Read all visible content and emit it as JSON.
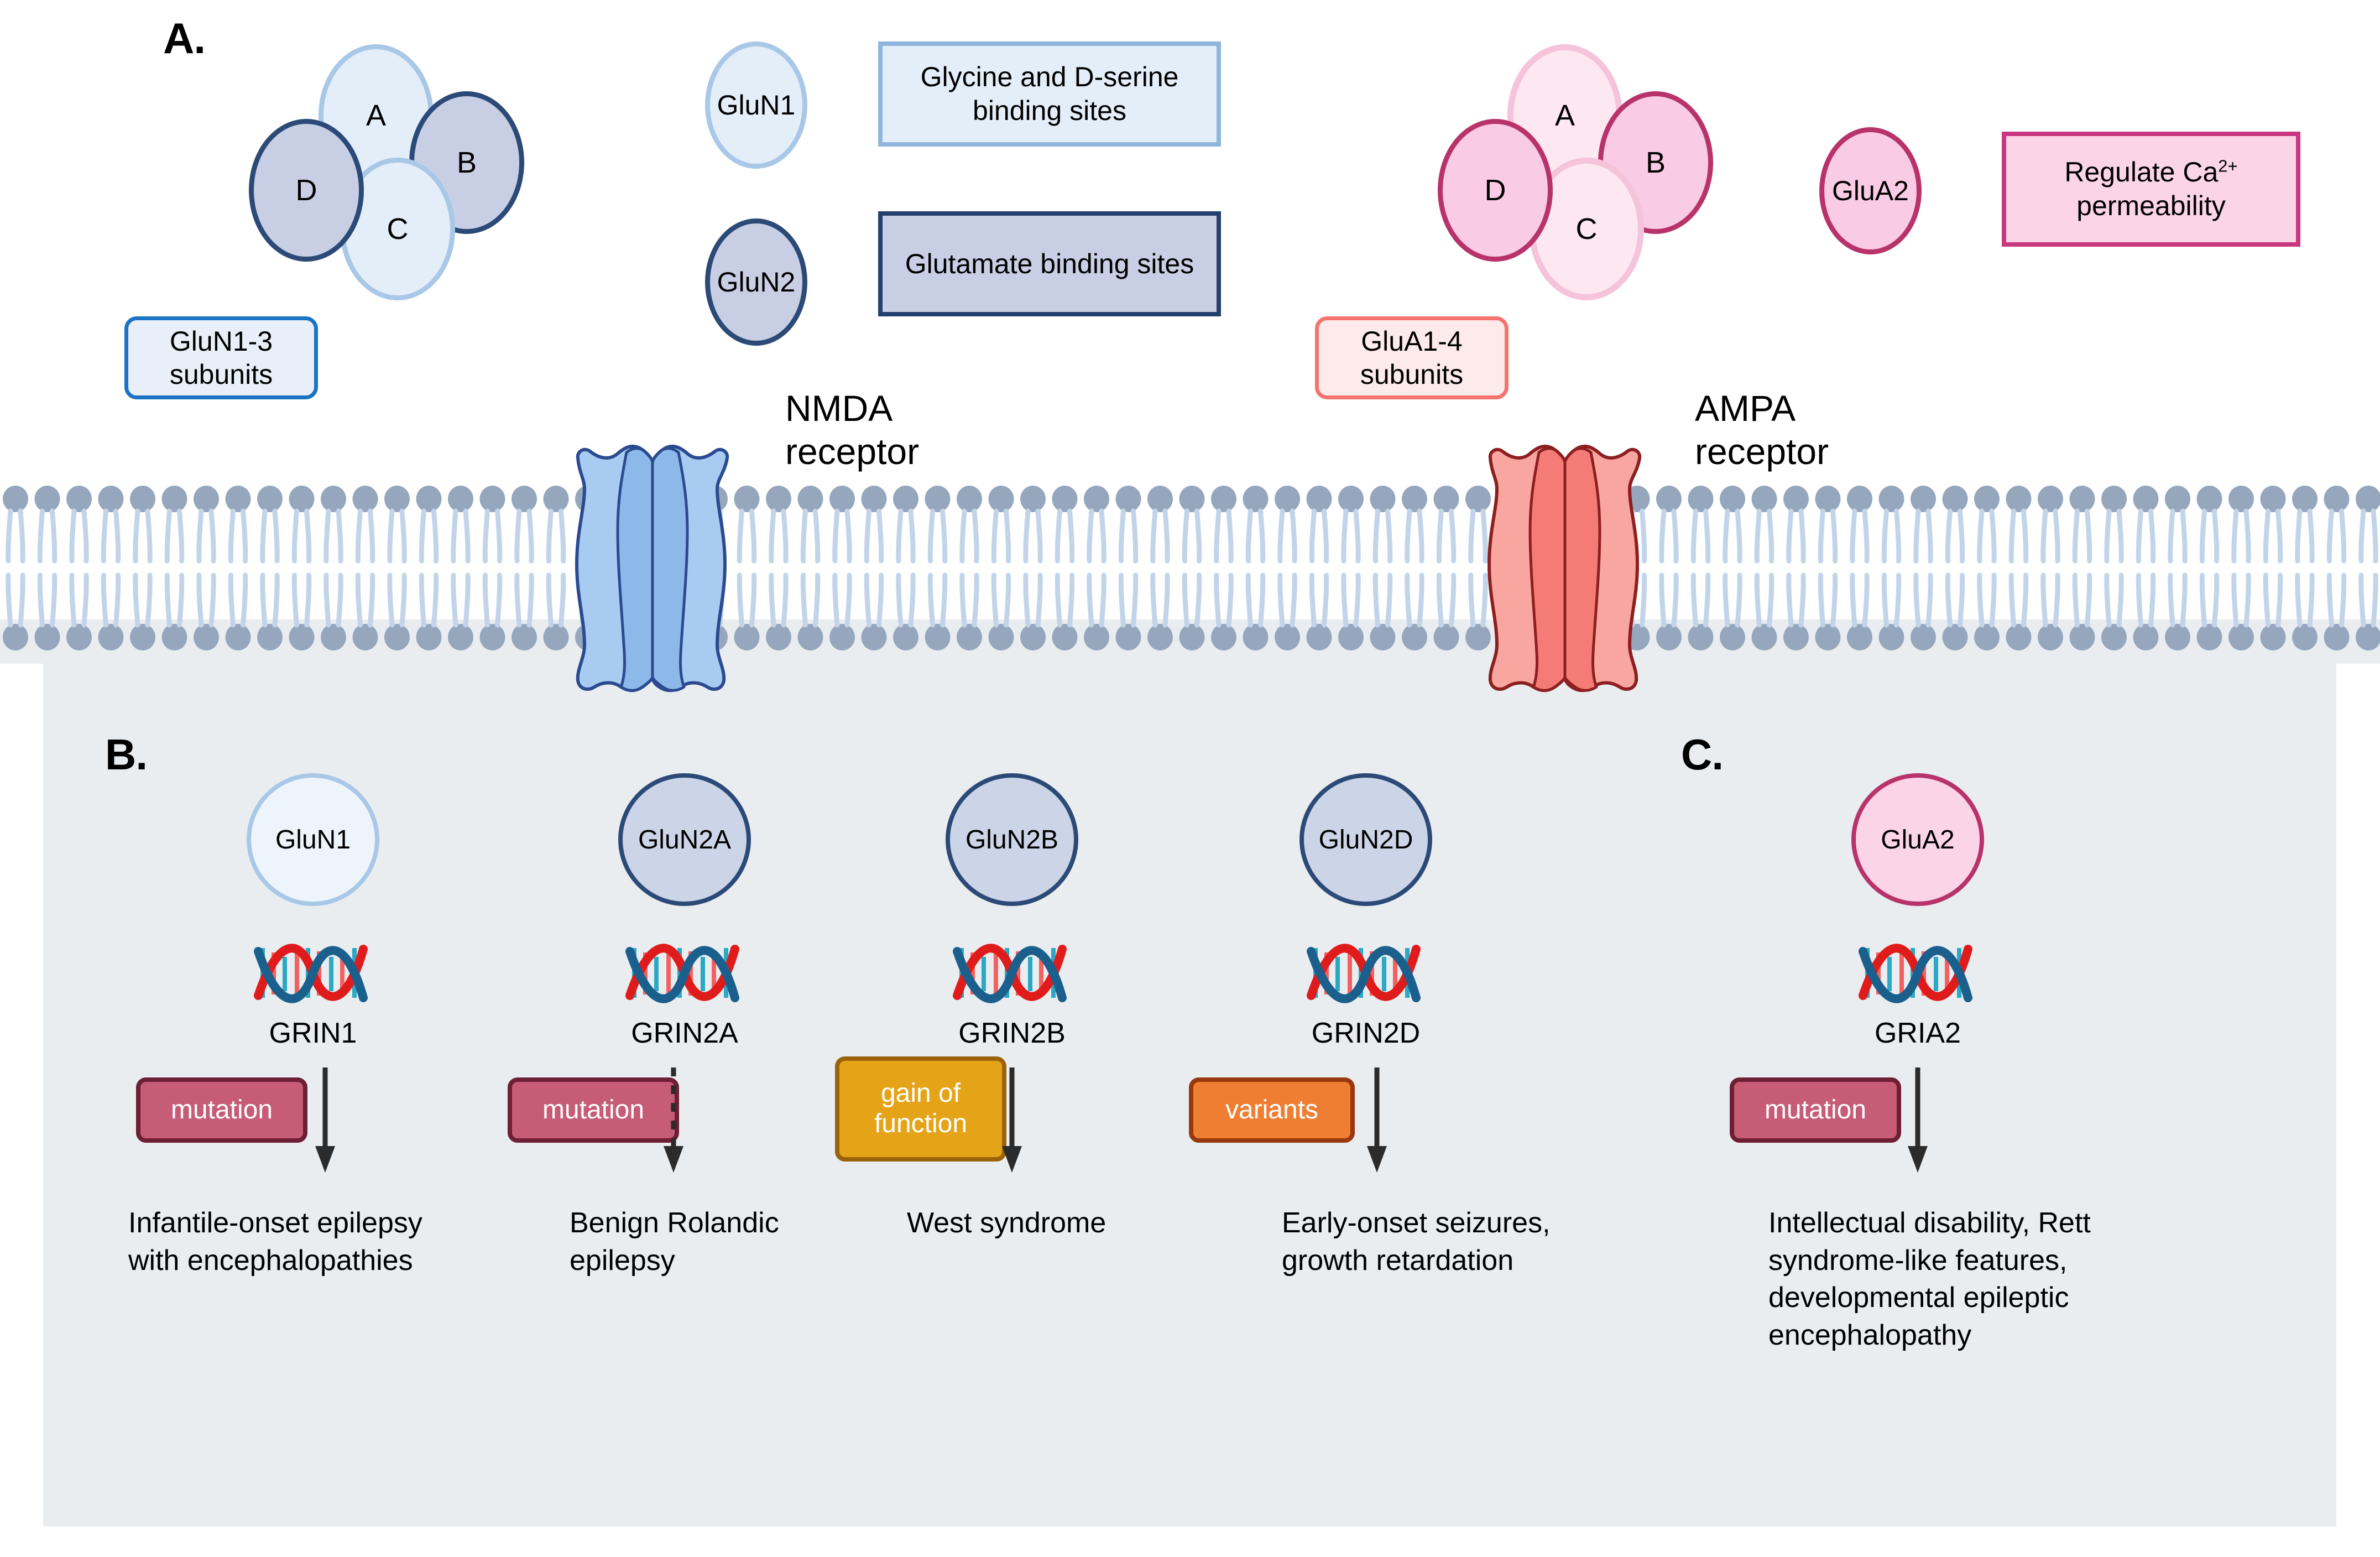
{
  "figure": {
    "panels": {
      "a_letter": "A.",
      "b_letter": "B.",
      "c_letter": "C."
    }
  },
  "panel_a": {
    "nmda": {
      "cluster_subunits": [
        "A",
        "B",
        "C",
        "D"
      ],
      "legend": [
        {
          "ellipse": "GluN1",
          "box": "Glycine and D-serine binding sites"
        },
        {
          "ellipse": "GluN2",
          "box": "Glutamate binding sites"
        }
      ],
      "subunits_tag": "GluN1-3 subunits",
      "receptor_label": "NMDA receptor"
    },
    "ampa": {
      "cluster_subunits": [
        "A",
        "B",
        "C",
        "D"
      ],
      "legend": [
        {
          "ellipse": "GluA2",
          "box_line1": "Regulate Ca",
          "box_sup": "2+",
          "box_line2": "permeability"
        }
      ],
      "subunits_tag": "GluA1-4 subunits",
      "receptor_label": "AMPA receptor"
    }
  },
  "panel_b": {
    "columns": [
      {
        "subunit": "GluN1",
        "subunit_style": "light",
        "gene": "GRIN1",
        "badge": "mutation",
        "badge_style": "mutation",
        "arrow": "solid",
        "outcome": "Infantile-onset epilepsy with encephalopathies"
      },
      {
        "subunit": "GluN2A",
        "subunit_style": "dark",
        "gene": "GRIN2A",
        "badge": "mutation",
        "badge_style": "mutation",
        "arrow": "dashed",
        "outcome": "Benign Rolandic epilepsy"
      },
      {
        "subunit": "GluN2B",
        "subunit_style": "dark",
        "gene": "GRIN2B",
        "badge": "gain of function",
        "badge_style": "gain-of-function",
        "arrow": "solid",
        "outcome": "West syndrome"
      },
      {
        "subunit": "GluN2D",
        "subunit_style": "dark",
        "gene": "GRIN2D",
        "badge": "variants",
        "badge_style": "variants",
        "arrow": "solid",
        "outcome": "Early-onset seizures, growth retardation"
      }
    ]
  },
  "panel_c": {
    "columns": [
      {
        "subunit": "GluA2",
        "subunit_style": "pink",
        "gene": "GRIA2",
        "badge": "mutation",
        "badge_style": "mutation",
        "arrow": "solid",
        "outcome": "Intellectual disability, Rett syndrome-like features, developmental epileptic encephalopathy"
      }
    ]
  },
  "colors": {
    "nmda_light_fill": "#e3eef9",
    "nmda_light_stroke": "#a9c8e8",
    "nmda_dark_fill": "#c8cfe4",
    "nmda_dark_stroke": "#2c4a77",
    "ampa_light_fill": "#fde8f2",
    "ampa_light_stroke": "#f5c3da",
    "ampa_dark_fill": "#f9cbe4",
    "ampa_dark_stroke": "#b8336a",
    "channel_nmda_fill": "#9ec4ee",
    "channel_nmda_stroke": "#2b4a8f",
    "channel_ampa_fill": "#f79a95",
    "channel_ampa_stroke": "#8c1f1f",
    "membrane_head": "#96a6bd",
    "membrane_tail": "#c2d4ea",
    "cytoplasm": "#e9edf0",
    "badge_mutation": "#c75c77",
    "badge_gain_of_function": "#e5a317",
    "badge_variants": "#ef7e33",
    "dna_red": "#e01b1b",
    "dna_blue": "#1b5f8c",
    "dna_cyan": "#2aa8c4",
    "dna_salmon": "#f4605f"
  }
}
